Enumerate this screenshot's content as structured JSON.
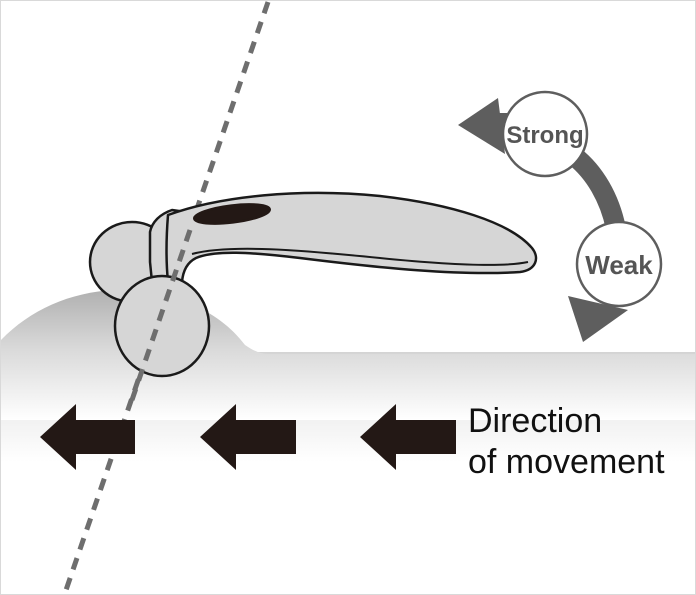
{
  "strength": {
    "strong_label": "Strong",
    "weak_label": "Weak"
  },
  "movement": {
    "line1": "Direction",
    "line2": "of movement"
  },
  "colors": {
    "arrow_dark": "#231815",
    "arrow_gray": "#5e5e5e",
    "roller_fill": "#d6d6d6",
    "roller_stroke": "#1a1a1a",
    "skin_gradient_top": "#b4b4b4",
    "skin_gradient_bottom": "#ffffff",
    "dashed_line": "#6e6e6e"
  },
  "icons": {
    "roller": "face-roller-icon",
    "movement_arrow": "arrow-left-icon",
    "strength_arrow": "curved-double-arrow-icon"
  }
}
